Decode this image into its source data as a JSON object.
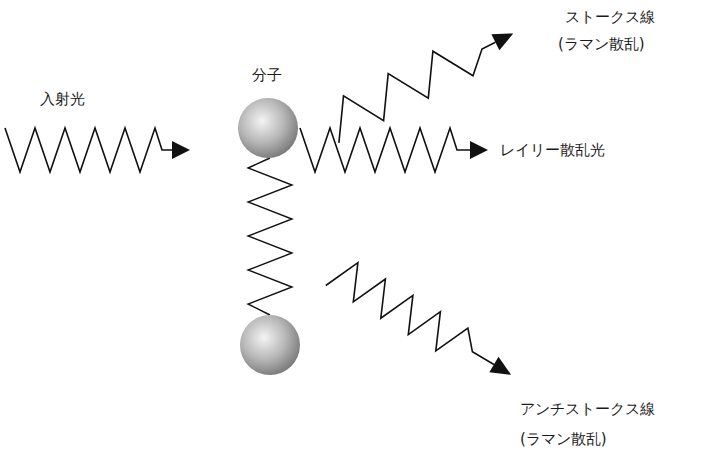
{
  "diagram": {
    "labels": [
      "入射光",
      "分子",
      "ストークス線",
      "(ラマン散乱)",
      "レイリー散乱光",
      "アンチストークス線",
      "(ラマン散乱)"
    ]
  }
}
